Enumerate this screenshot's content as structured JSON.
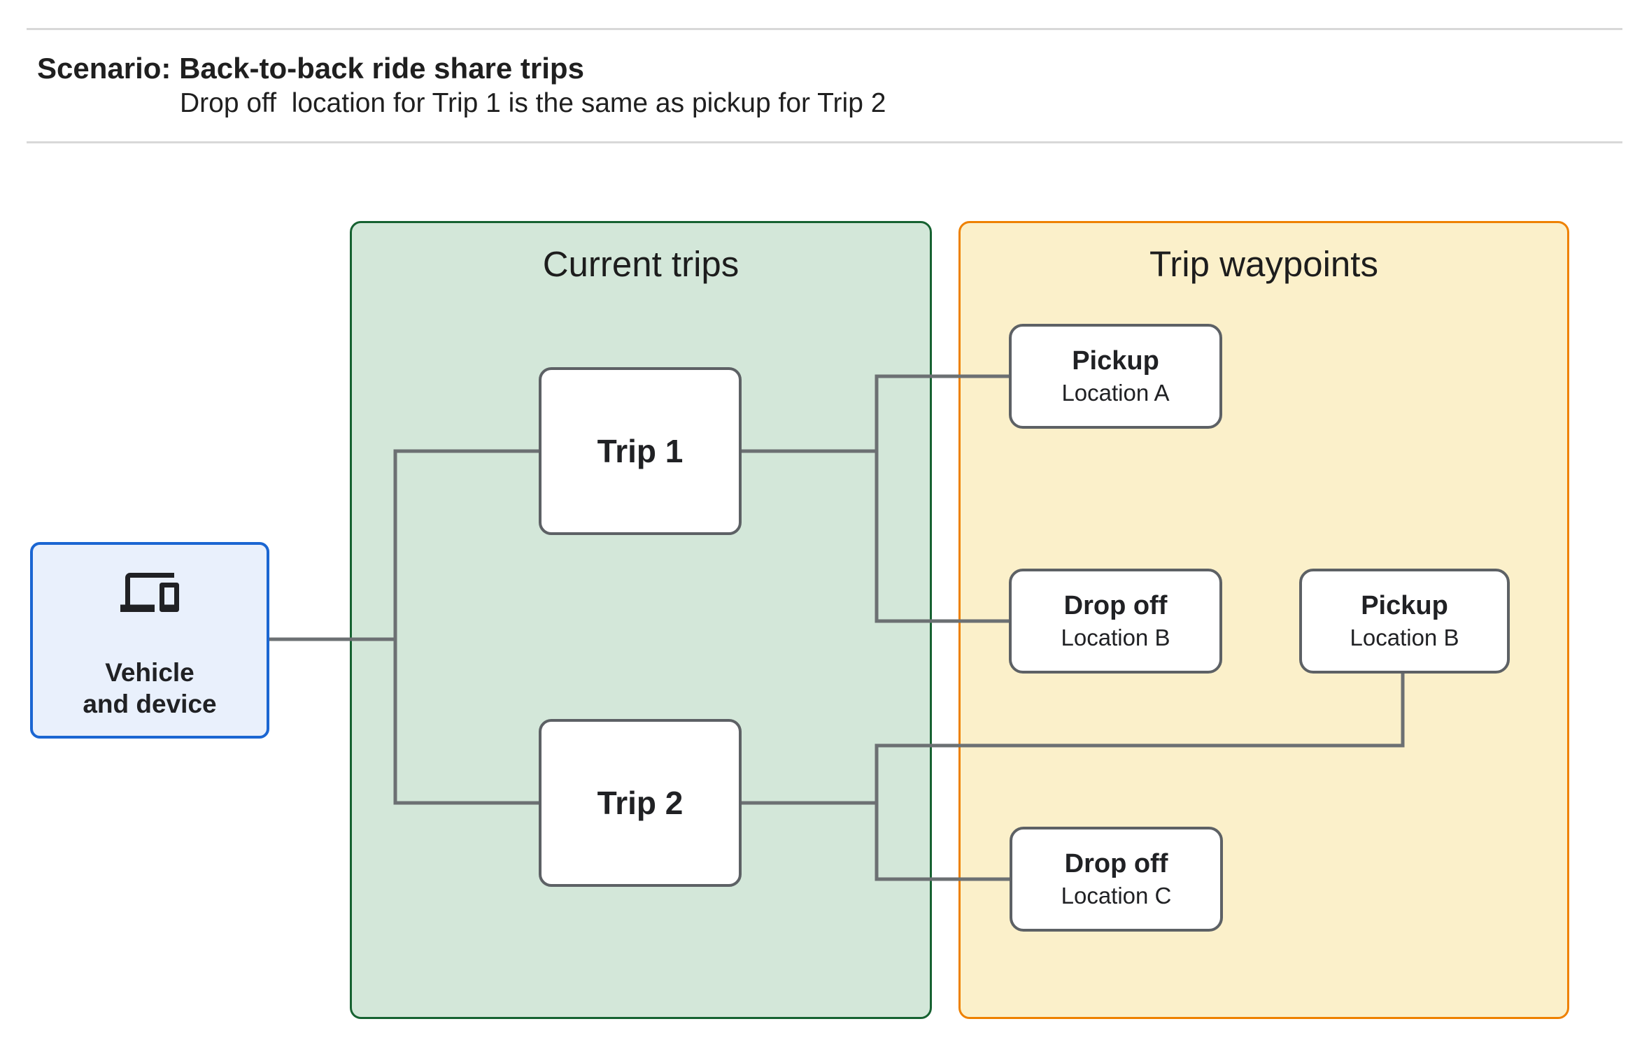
{
  "header": {
    "title": "Scenario: Back-to-back ride share trips",
    "subtitle": "Drop off  location for Trip 1 is the same as pickup for Trip 2"
  },
  "groups": {
    "current_trips": {
      "title": "Current trips"
    },
    "trip_waypoints": {
      "title": "Trip waypoints"
    }
  },
  "vehicle_node": {
    "icon": "devices-icon",
    "label_line1": "Vehicle",
    "label_line2": "and device"
  },
  "trips": [
    {
      "label": "Trip 1"
    },
    {
      "label": "Trip 2"
    }
  ],
  "waypoints": [
    {
      "type": "Pickup",
      "location": "Location A"
    },
    {
      "type": "Drop off",
      "location": "Location B"
    },
    {
      "type": "Pickup",
      "location": "Location B"
    },
    {
      "type": "Drop off",
      "location": "Location C"
    }
  ],
  "connections": [
    "Vehicle and device -> Trip 1",
    "Vehicle and device -> Trip 2",
    "Trip 1 -> Pickup Location A",
    "Trip 1 -> Drop off Location B",
    "Trip 2 -> Pickup Location B",
    "Trip 2 -> Drop off Location C"
  ],
  "colors": {
    "current_trips_fill": "#d3e7d9",
    "current_trips_border": "#166231",
    "trip_waypoints_fill": "#fbf0ca",
    "trip_waypoints_border": "#ee8100",
    "vehicle_fill": "#e9f0fc",
    "vehicle_border": "#1b66d2",
    "node_border": "#5d6165",
    "connector": "#6c7073",
    "text": "#202124",
    "hairline": "#d8d8d8"
  }
}
